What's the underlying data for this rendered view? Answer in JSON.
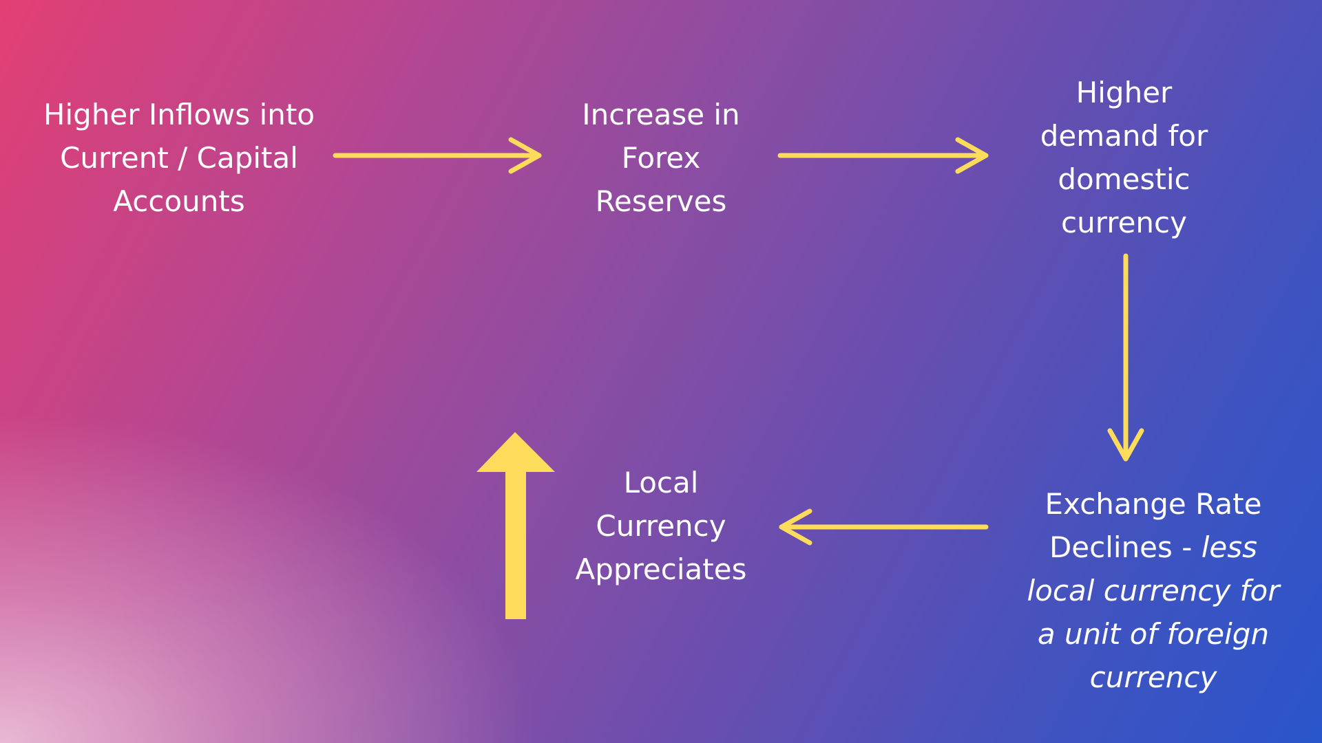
{
  "colors": {
    "arrow": "#fddc5c",
    "text": "#ffffff",
    "gradient_start": "#e23f74",
    "gradient_end": "#2a55cb"
  },
  "nodes": {
    "inflows": {
      "lines": [
        "Higher Inflows into",
        "Current / Capital",
        "Accounts"
      ]
    },
    "forex": {
      "lines": [
        "Increase in",
        "Forex",
        "Reserves"
      ]
    },
    "demand": {
      "lines": [
        "Higher",
        "demand for",
        "domestic",
        "currency"
      ]
    },
    "exchange": {
      "line1": "Exchange Rate",
      "line2_plain": "Declines - ",
      "line2_italic": "less",
      "italic_lines": [
        "local currency for",
        "a unit of foreign",
        "currency"
      ]
    },
    "local": {
      "lines": [
        "Local",
        "Currency",
        "Appreciates"
      ]
    }
  },
  "arrows": [
    {
      "name": "arrow-inflows-to-forex",
      "direction": "right"
    },
    {
      "name": "arrow-forex-to-demand",
      "direction": "right"
    },
    {
      "name": "arrow-demand-to-exchange",
      "direction": "down"
    },
    {
      "name": "arrow-exchange-to-local",
      "direction": "left"
    },
    {
      "name": "arrow-appreciation-up",
      "direction": "up"
    }
  ]
}
